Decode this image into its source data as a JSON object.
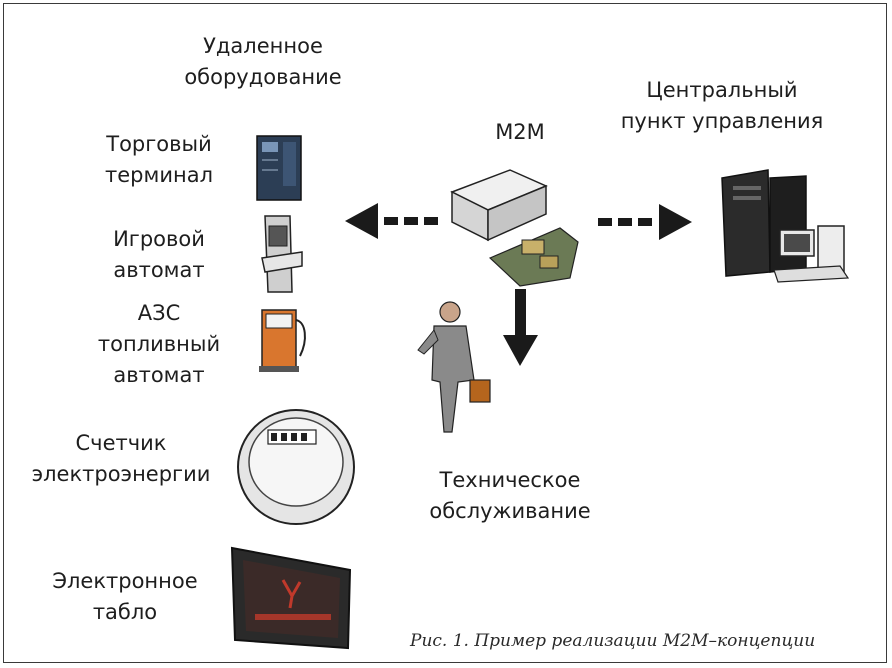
{
  "labels": {
    "remote_equipment": "Удаленное\nоборудование",
    "trade_terminal": "Торговый\nтерминал",
    "gaming_machine": "Игровой\nавтомат",
    "gas_station": "АЗС\nтопливный\nавтомат",
    "electric_meter": "Счетчик\nэлектроэнергии",
    "electronic_board": "Электронное\nтабло",
    "m2m": "M2M",
    "control_center": "Центральный\nпункт управления",
    "maintenance": "Техническое\nобслуживание"
  },
  "caption": "Рис. 1. Пример реализации М2М–концепции",
  "colors": {
    "arrow": "#1a1a1a",
    "frame": "#3a3a3a",
    "pump_body": "#d9762e",
    "board_text": "#c0392b"
  }
}
